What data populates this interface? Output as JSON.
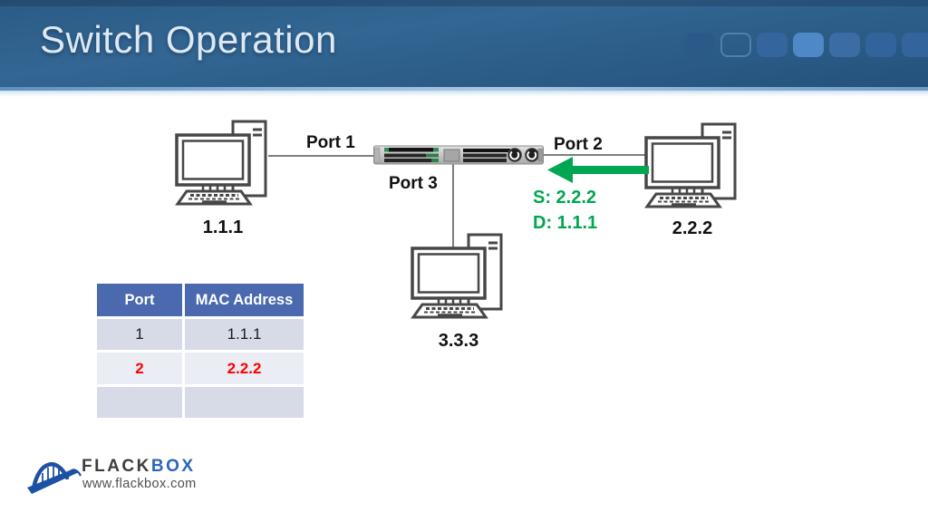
{
  "header": {
    "title": "Switch Operation",
    "colors": {
      "bar_blue": "#2e6090",
      "title_text": "#dce9f5"
    }
  },
  "diagram": {
    "port_labels": {
      "port1": "Port 1",
      "port2": "Port 2",
      "port3": "Port 3"
    },
    "devices": {
      "pc1": "1.1.1",
      "pc2": "2.2.2",
      "pc3": "3.3.3"
    },
    "packet": {
      "source": "S: 2.2.2",
      "destination": "D: 1.1.1"
    },
    "colors": {
      "packet_green": "#00a651",
      "line_gray": "#7f7f7f"
    }
  },
  "mac_table": {
    "headers": {
      "port": "Port",
      "mac": "MAC Address"
    },
    "rows": [
      {
        "port": "1",
        "mac": "1.1.1",
        "highlighted": false
      },
      {
        "port": "2",
        "mac": "2.2.2",
        "highlighted": true
      },
      {
        "port": "",
        "mac": "",
        "highlighted": false
      }
    ],
    "colors": {
      "header_bg": "#4a69ae",
      "row_odd": "#d7dbe8",
      "row_even": "#ebedf4",
      "highlight_text": "#fe0000"
    }
  },
  "logo": {
    "brand_part1": "FLACK",
    "brand_part2": "BOX",
    "url": "www.flackbox.com",
    "colors": {
      "brand1": "#3d3d3d",
      "brand2": "#2d65b8",
      "bridge": "#1d51a3"
    }
  }
}
